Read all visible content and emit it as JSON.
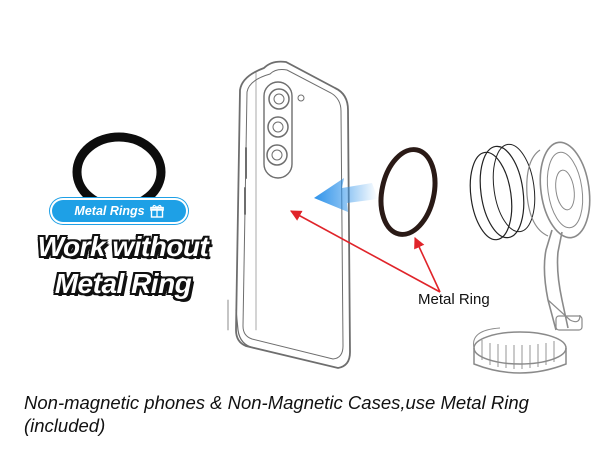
{
  "badge": {
    "label": "Metal Rings",
    "icon": "gift-icon"
  },
  "headline": {
    "line1": "Work without",
    "line2": "Metal Ring"
  },
  "callout": {
    "label": "Metal Ring"
  },
  "caption": {
    "text": "Non-magnetic phones & Non-Magnetic Cases,use Metal Ring (included)"
  },
  "colors": {
    "badge_bg": "#1ea0e6",
    "arrow_red": "#e0242a",
    "arrow_blue": "#2f93ea",
    "ring_dark": "#2a1a16"
  }
}
